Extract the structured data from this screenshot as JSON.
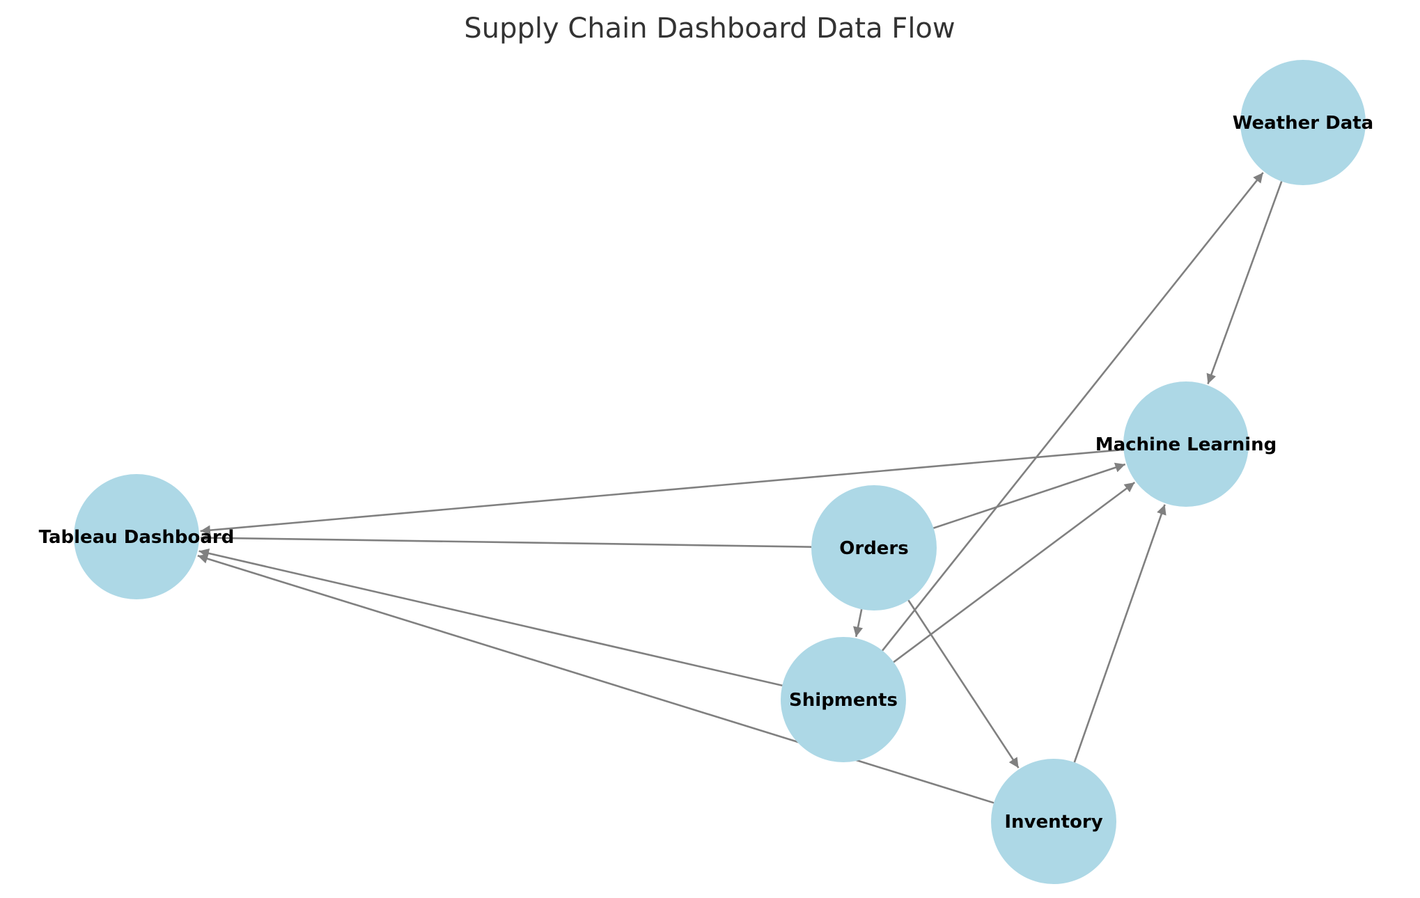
{
  "title": "Supply Chain Dashboard Data Flow",
  "colors": {
    "node_fill": "#add8e6",
    "edge": "#808080",
    "label": "#000000",
    "title": "#333333"
  },
  "nodes": [
    {
      "id": "weather",
      "label": "Weather Data"
    },
    {
      "id": "ml",
      "label": "Machine Learning"
    },
    {
      "id": "tableau",
      "label": "Tableau Dashboard"
    },
    {
      "id": "orders",
      "label": "Orders"
    },
    {
      "id": "shipments",
      "label": "Shipments"
    },
    {
      "id": "inventory",
      "label": "Inventory"
    }
  ],
  "edges": [
    {
      "from": "weather",
      "to": "ml"
    },
    {
      "from": "ml",
      "to": "tableau"
    },
    {
      "from": "orders",
      "to": "ml"
    },
    {
      "from": "orders",
      "to": "tableau"
    },
    {
      "from": "orders",
      "to": "shipments"
    },
    {
      "from": "orders",
      "to": "inventory"
    },
    {
      "from": "shipments",
      "to": "weather"
    },
    {
      "from": "shipments",
      "to": "ml"
    },
    {
      "from": "shipments",
      "to": "tableau"
    },
    {
      "from": "inventory",
      "to": "ml"
    },
    {
      "from": "inventory",
      "to": "tableau"
    }
  ]
}
